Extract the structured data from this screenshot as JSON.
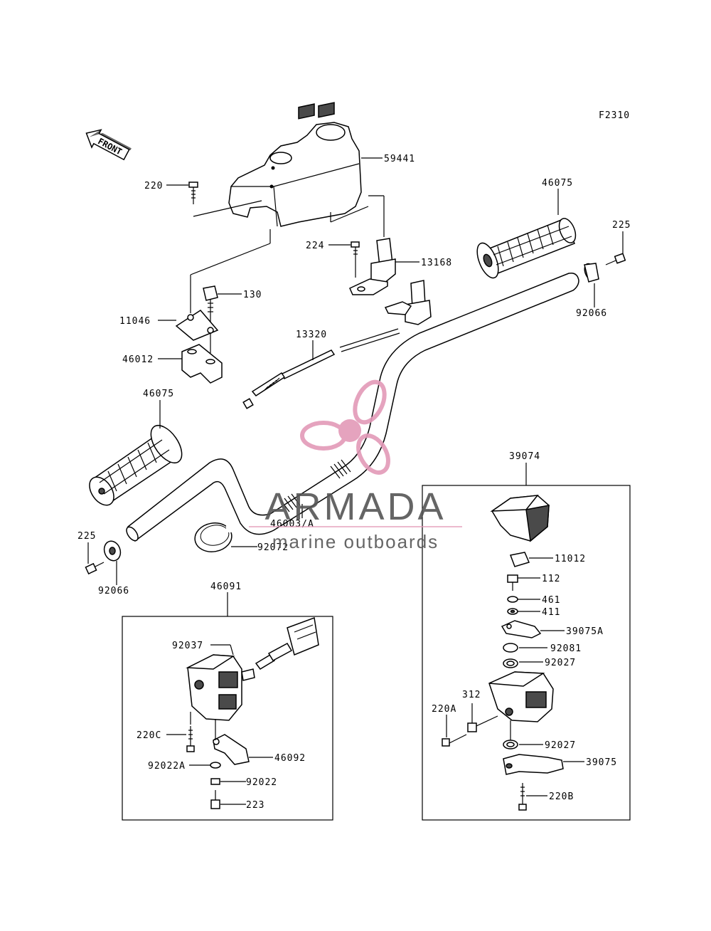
{
  "figure_code": "F2310",
  "front_label": "FRONT",
  "parts": {
    "p59441": "59441",
    "p220": "220",
    "p224": "224",
    "p13168": "13168",
    "p46075_top": "46075",
    "p225_top": "225",
    "p92066_top": "92066",
    "p130": "130",
    "p11046": "11046",
    "p46012": "46012",
    "p13320": "13320",
    "p46075_left": "46075",
    "p46003": "46003/A",
    "p225_left": "225",
    "p92066_left": "92066",
    "p92072": "92072",
    "p46091": "46091",
    "p92037": "92037",
    "p220C": "220C",
    "p46092": "46092",
    "p92022A": "92022A",
    "p92022": "92022",
    "p223": "223",
    "p39074": "39074",
    "p11012": "11012",
    "p112": "112",
    "p461": "461",
    "p411": "411",
    "p39075A": "39075A",
    "p92081": "92081",
    "p92027_a": "92027",
    "p312": "312",
    "p220A": "220A",
    "p92027_b": "92027",
    "p39075": "39075",
    "p220B": "220B"
  },
  "watermark": {
    "brand": "ARMADA",
    "tagline": "marine outboards",
    "logo_color": "#e39ab8",
    "text_color": "#555555"
  }
}
